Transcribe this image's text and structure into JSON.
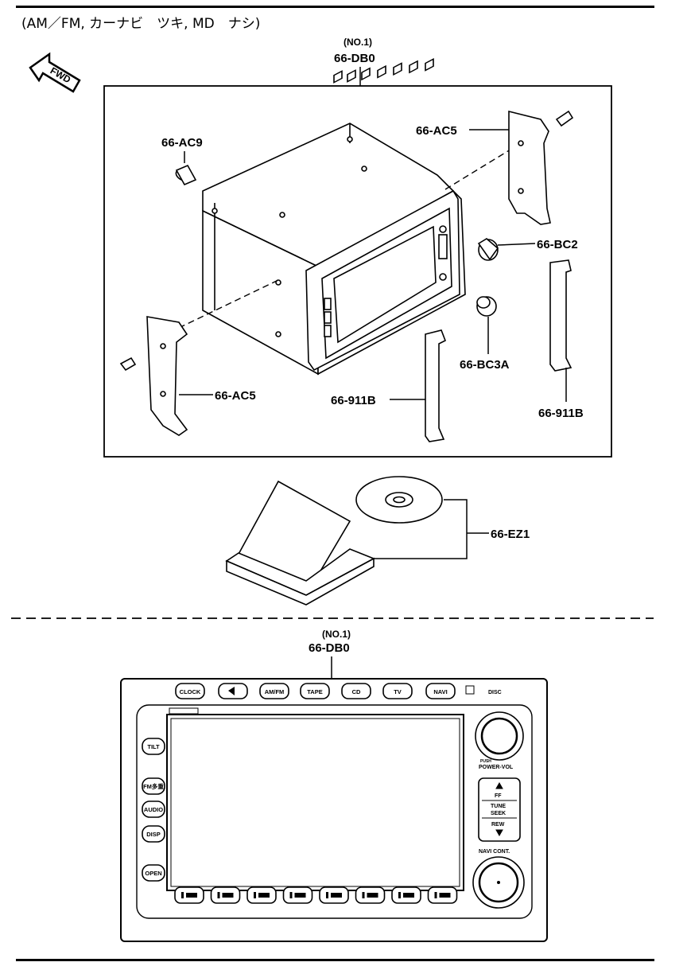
{
  "header": {
    "title": "(AM／FM, カーナビ　ツキ, MD　ナシ)"
  },
  "fwd_arrow": {
    "label": "FWD"
  },
  "exploded_view": {
    "assembly_ref": "(NO.1)",
    "assembly_part": "66-DB0",
    "parts": {
      "ac9": "66-AC9",
      "ac5_top": "66-AC5",
      "ac5_bottom": "66-AC5",
      "bc2": "66-BC2",
      "bc3a": "66-BC3A",
      "b911_center": "66-911B",
      "b911_right": "66-911B",
      "ez1": "66-EZ1"
    }
  },
  "front_view": {
    "assembly_ref": "(NO.1)",
    "assembly_part": "66-DB0",
    "top_buttons": [
      "CLOCK",
      "",
      "AM/FM",
      "TAPE",
      "CD",
      "TV",
      "NAVI"
    ],
    "left_buttons": [
      "TILT",
      "FM多重",
      "AUDIO",
      "DISP",
      "OPEN"
    ],
    "knob_label": "POWER-VOL",
    "knob_small": "PUSH",
    "rocker": {
      "ff": "FF",
      "tune_seek": "TUNE\nSEEK",
      "tune": "TUNE",
      "seek": "SEEK",
      "rew": "REW"
    },
    "nav_label": "NAVI CONT.",
    "disc_logo": "DISC"
  }
}
